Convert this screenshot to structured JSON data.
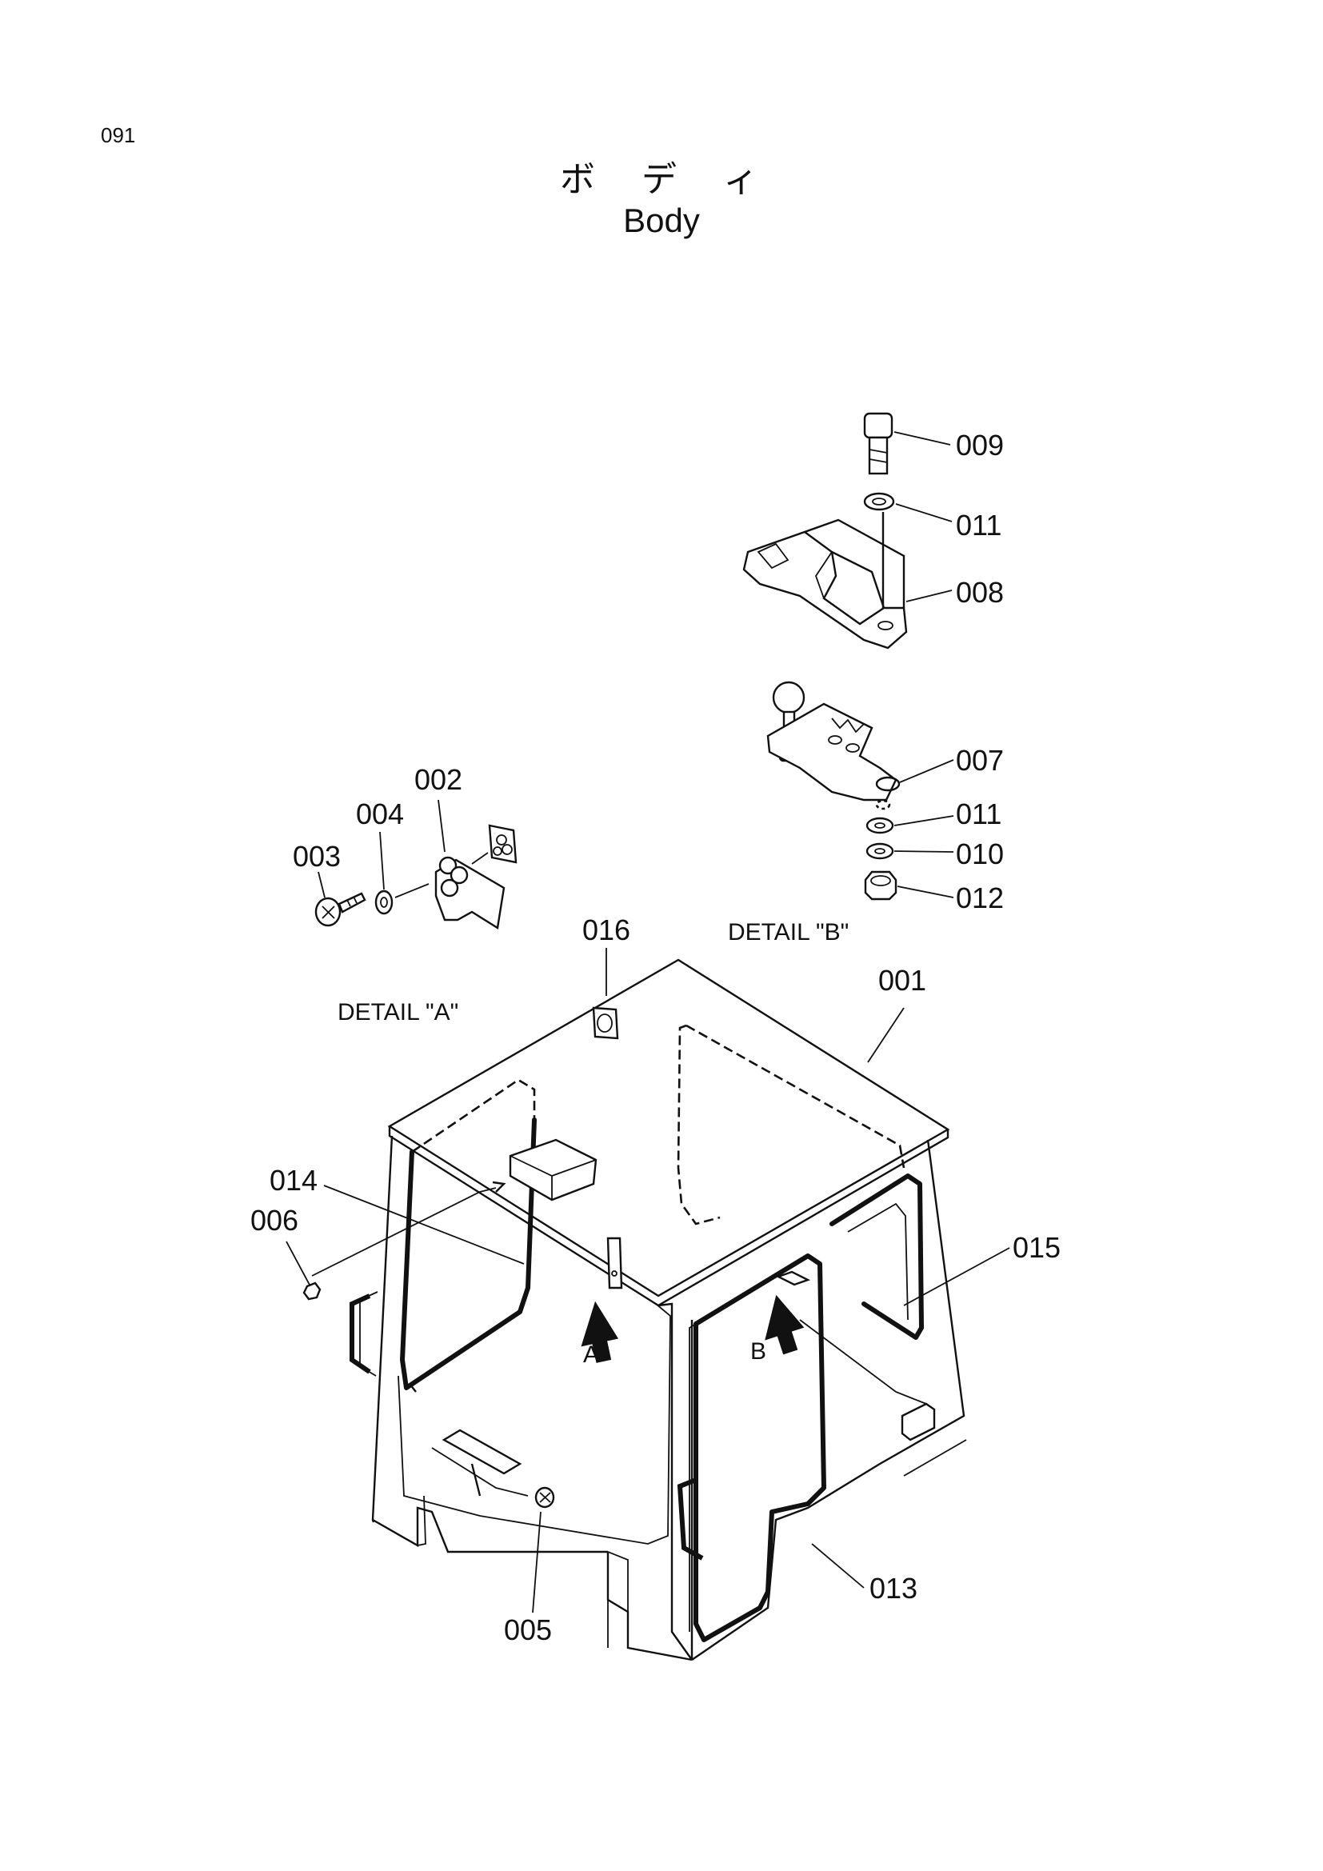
{
  "page": {
    "number": "091"
  },
  "title": {
    "japanese": "ボ デ ィ",
    "english": "Body"
  },
  "detail_labels": {
    "a": "DETAIL \"A\"",
    "b": "DETAIL \"B\""
  },
  "view_arrows": {
    "a": "A",
    "b": "B"
  },
  "parts": [
    {
      "id": "001"
    },
    {
      "id": "002"
    },
    {
      "id": "003"
    },
    {
      "id": "004"
    },
    {
      "id": "005"
    },
    {
      "id": "006"
    },
    {
      "id": "007"
    },
    {
      "id": "008"
    },
    {
      "id": "009"
    },
    {
      "id": "010"
    },
    {
      "id": "011"
    },
    {
      "id": "011b",
      "label": "011"
    },
    {
      "id": "012"
    },
    {
      "id": "013"
    },
    {
      "id": "014"
    },
    {
      "id": "015"
    },
    {
      "id": "016"
    }
  ],
  "labels": {
    "p001": "001",
    "p002": "002",
    "p003": "003",
    "p004": "004",
    "p005": "005",
    "p006": "006",
    "p007": "007",
    "p008": "008",
    "p009": "009",
    "p010": "010",
    "p011a": "011",
    "p011b": "011",
    "p012": "012",
    "p013": "013",
    "p014": "014",
    "p015": "015",
    "p016": "016"
  }
}
